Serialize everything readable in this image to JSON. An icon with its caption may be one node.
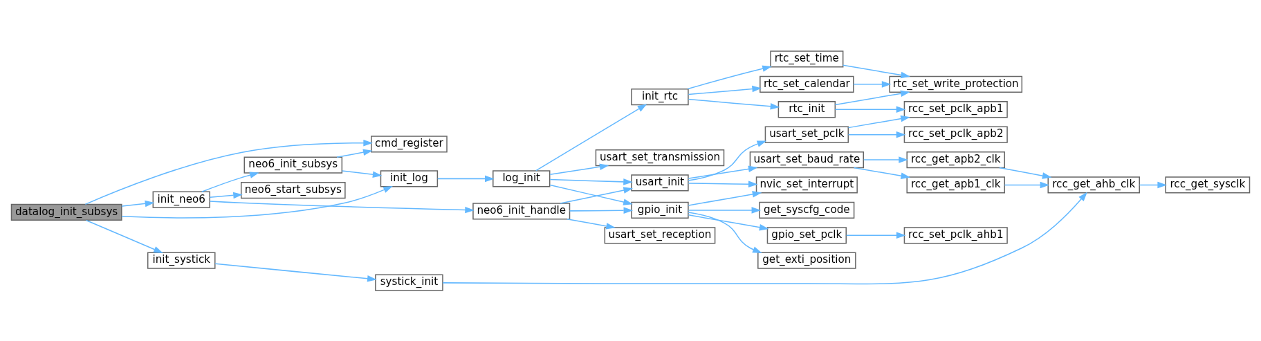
{
  "diagram": {
    "nodes": [
      {
        "text": [
          "datalog_init_subsys"
        ]
      },
      {
        "text": [
          "cmd_register"
        ]
      },
      {
        "text": [
          "init_log"
        ]
      },
      {
        "text": [
          "init_neo6"
        ]
      },
      {
        "text": [
          "init_systick"
        ]
      },
      {
        "text": [
          "neo6_init_subsys"
        ]
      },
      {
        "text": [
          "neo6_start_subsys"
        ]
      },
      {
        "text": [
          "neo6_init_handle"
        ]
      },
      {
        "text": [
          "log_init"
        ]
      },
      {
        "text": [
          "systick_init"
        ]
      },
      {
        "text": [
          "init_rtc"
        ]
      },
      {
        "text": [
          "usart_set_transmission"
        ]
      },
      {
        "text": [
          "gpio_init"
        ]
      },
      {
        "text": [
          "usart_init"
        ]
      },
      {
        "text": [
          "usart_set_reception"
        ]
      },
      {
        "text": [
          "rtc_set_time"
        ]
      },
      {
        "text": [
          "rtc_set_calendar"
        ]
      },
      {
        "text": [
          "rtc_init"
        ]
      },
      {
        "text": [
          "get_exti_position"
        ]
      },
      {
        "text": [
          "get_syscfg_code"
        ]
      },
      {
        "text": [
          "gpio_set_pclk"
        ]
      },
      {
        "text": [
          "nvic_set_interrupt"
        ]
      },
      {
        "text": [
          "usart_set_pclk"
        ]
      },
      {
        "text": [
          "usart_set_baud_rate"
        ]
      },
      {
        "text": [
          "rtc_set_write_protection"
        ]
      },
      {
        "text": [
          "rcc_set_pclk_apb1"
        ]
      },
      {
        "text": [
          "rcc_set_pclk_ahb1"
        ]
      },
      {
        "text": [
          "rcc_set_pclk_apb2"
        ]
      },
      {
        "text": [
          "rcc_get_apb1_clk"
        ]
      },
      {
        "text": [
          "rcc_get_apb2_clk"
        ]
      },
      {
        "text": [
          "rcc_get_ahb_clk"
        ]
      },
      {
        "text": [
          "rcc_get_sysclk"
        ]
      }
    ],
    "edges": [
      {
        "from": 0,
        "to": 1,
        "arrow": "to"
      },
      {
        "from": 0,
        "to": 2,
        "arrow": "to"
      },
      {
        "from": 0,
        "to": 3,
        "arrow": "to"
      },
      {
        "from": 0,
        "to": 4,
        "arrow": "to"
      },
      {
        "from": 3,
        "to": 5,
        "arrow": "to"
      },
      {
        "from": 3,
        "to": 6,
        "arrow": "to"
      },
      {
        "from": 3,
        "to": 7,
        "arrow": "to"
      },
      {
        "from": 5,
        "to": 1,
        "arrow": "to"
      },
      {
        "from": 5,
        "to": 2,
        "arrow": "to"
      },
      {
        "from": 2,
        "to": 8,
        "arrow": "to"
      },
      {
        "from": 4,
        "to": 9,
        "arrow": "to"
      },
      {
        "from": 9,
        "to": 30,
        "arrow": "to"
      },
      {
        "from": 7,
        "to": 12,
        "arrow": "to"
      },
      {
        "from": 7,
        "to": 13,
        "arrow": "to"
      },
      {
        "from": 7,
        "to": 14,
        "arrow": "to"
      },
      {
        "from": 8,
        "to": 10,
        "arrow": "to"
      },
      {
        "from": 8,
        "to": 11,
        "arrow": "to"
      },
      {
        "from": 8,
        "to": 12,
        "arrow": "to"
      },
      {
        "from": 8,
        "to": 13,
        "arrow": "to"
      },
      {
        "from": 10,
        "to": 15,
        "arrow": "to"
      },
      {
        "from": 10,
        "to": 16,
        "arrow": "to"
      },
      {
        "from": 10,
        "to": 17,
        "arrow": "to"
      },
      {
        "from": 15,
        "to": 24,
        "arrow": "to"
      },
      {
        "from": 16,
        "to": 24,
        "arrow": "to"
      },
      {
        "from": 17,
        "to": 24,
        "arrow": "to"
      },
      {
        "from": 17,
        "to": 25,
        "arrow": "to"
      },
      {
        "from": 12,
        "to": 18,
        "arrow": "to"
      },
      {
        "from": 12,
        "to": 19,
        "arrow": "to"
      },
      {
        "from": 12,
        "to": 20,
        "arrow": "to"
      },
      {
        "from": 12,
        "to": 21,
        "arrow": "to"
      },
      {
        "from": 20,
        "to": 26,
        "arrow": "to"
      },
      {
        "from": 13,
        "to": 21,
        "arrow": "to"
      },
      {
        "from": 13,
        "to": 22,
        "arrow": "to"
      },
      {
        "from": 13,
        "to": 23,
        "arrow": "to"
      },
      {
        "from": 22,
        "to": 25,
        "arrow": "to"
      },
      {
        "from": 22,
        "to": 27,
        "arrow": "to"
      },
      {
        "from": 23,
        "to": 28,
        "arrow": "to"
      },
      {
        "from": 23,
        "to": 29,
        "arrow": "to"
      },
      {
        "from": 28,
        "to": 30,
        "arrow": "to"
      },
      {
        "from": 29,
        "to": 30,
        "arrow": "to"
      },
      {
        "from": 30,
        "to": 31,
        "arrow": "to"
      }
    ]
  }
}
